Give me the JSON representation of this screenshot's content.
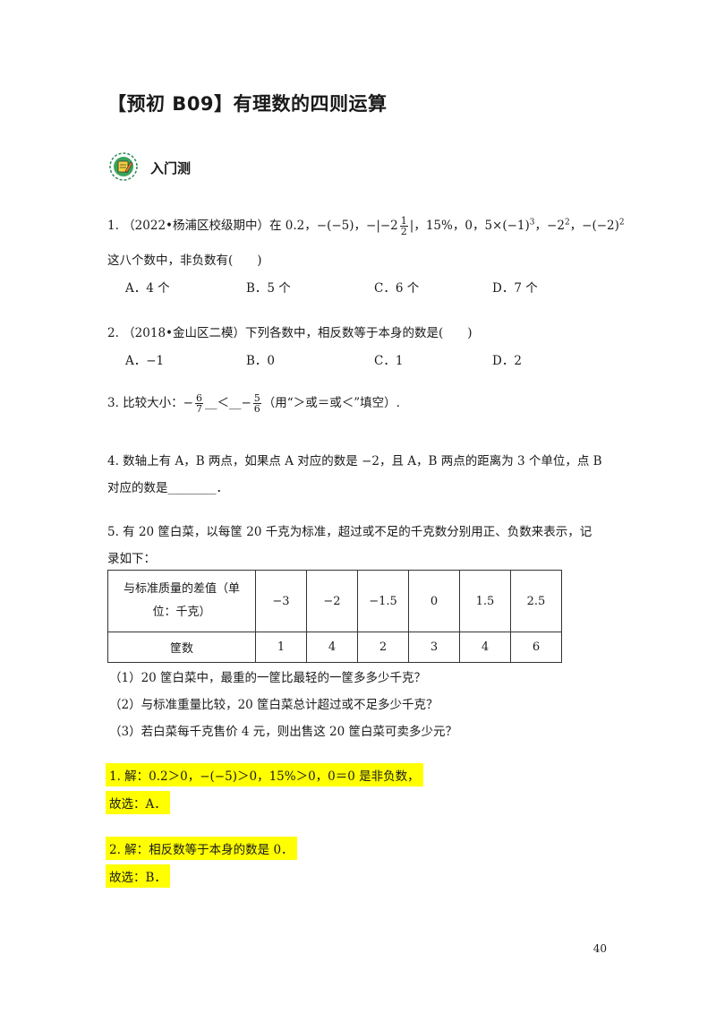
{
  "title": "【预初 B09】有理数的四则运算",
  "section": {
    "label": "入门测",
    "icon": "pencil-note-icon"
  },
  "q1": {
    "prefix": "1. （2022•杨浦区校级期中）在 0.2，",
    "a": "−(−5)",
    "sep1": "，",
    "b_pre": "−|−2",
    "b_whole": "",
    "b_num": "1",
    "b_den": "2",
    "b_post": "|",
    "sep2": "，",
    "c": "15%",
    "sep3": "，0，",
    "d": "5×(−1)",
    "d_exp": "3",
    "sep4": "，",
    "e": "−2",
    "e_exp": "2",
    "sep5": "，",
    "f": "−(−2)",
    "f_exp": "2",
    "line2": "这八个数中，非负数有(　　)",
    "options": [
      "A．4 个",
      "B．5 个",
      "C．6 个",
      "D．7 个"
    ]
  },
  "q2": {
    "text": "2. （2018•金山区二模）下列各数中，相反数等于本身的数是(　　)",
    "options": [
      "A．−1",
      "B．0",
      "C．1",
      "D．2"
    ]
  },
  "q3": {
    "prefix": "3. 比较大小：",
    "neg1": "−",
    "num1": "6",
    "den1": "7",
    "mid": "__＜__",
    "neg2": "−",
    "num2": "5",
    "den2": "6",
    "suffix": "（用“＞或＝或＜”填空）."
  },
  "q4": {
    "line1": "4. 数轴上有 A，B 两点，如果点 A 对应的数是 −2，且 A，B 两点的距离为 3 个单位，点 B",
    "line2": "对应的数是________．"
  },
  "q5": {
    "line1": "5. 有 20 筐白菜，以每筐 20 千克为标准，超过或不足的千克数分别用正、负数来表示，记",
    "line2": "录如下：",
    "table": {
      "row1_header": "与标准质量的差值（单位：千克）",
      "row1_values": [
        "−3",
        "−2",
        "−1.5",
        "0",
        "1.5",
        "2.5"
      ],
      "row2_header": "筐数",
      "row2_values": [
        "1",
        "4",
        "2",
        "3",
        "4",
        "6"
      ]
    },
    "sub": [
      "（1）20 筐白菜中，最重的一筐比最轻的一筐多多少千克？",
      "（2）与标准重量比较，20 筐白菜总计超过或不足多少千克？",
      "（3）若白菜每千克售价 4 元，则出售这 20 筐白菜可卖多少元？"
    ]
  },
  "answers": {
    "a1_line1": "1. 解：0.2＞0，−(−5)＞0，15%＞0，0＝0 是非负数，",
    "a1_line2": "故选：A．",
    "a2_line1": "2. 解：相反数等于本身的数是 0．",
    "a2_line2": "故选：B．"
  },
  "page_number": "40"
}
